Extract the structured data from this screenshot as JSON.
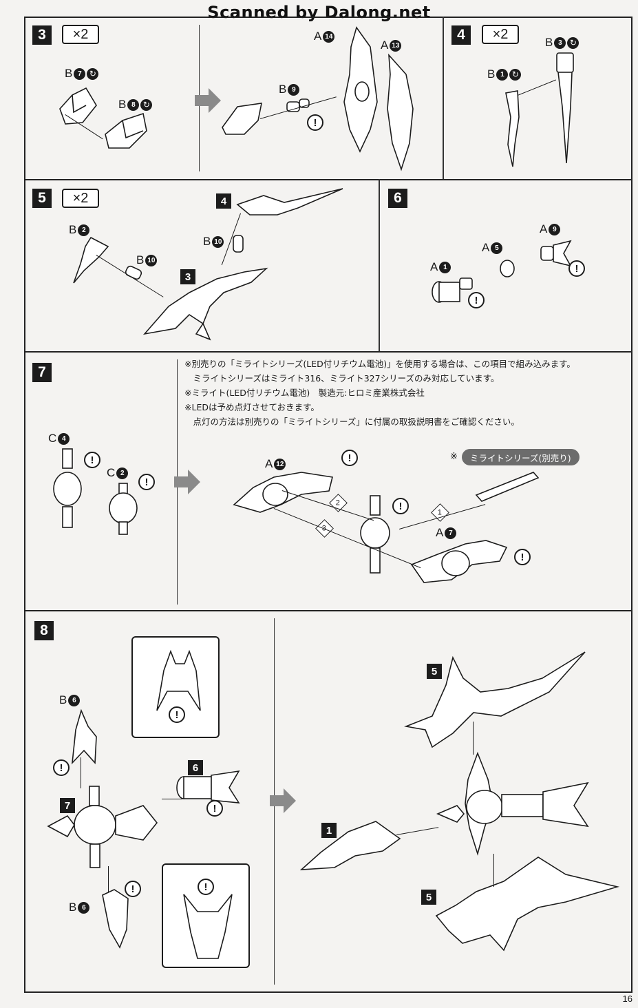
{
  "watermark": "Scanned by Dalong.net",
  "page_number": "16",
  "steps": [
    {
      "num": "3",
      "mult": "×2"
    },
    {
      "num": "4",
      "mult": "×2"
    },
    {
      "num": "5",
      "mult": "×2"
    },
    {
      "num": "6"
    },
    {
      "num": "7"
    },
    {
      "num": "8"
    }
  ],
  "labels": {
    "s3_b7": {
      "letter": "B",
      "n": "7"
    },
    "s3_b8": {
      "letter": "B",
      "n": "8"
    },
    "s3_b9": {
      "letter": "B",
      "n": "9"
    },
    "s3_a14": {
      "letter": "A",
      "n": "14"
    },
    "s3_a13": {
      "letter": "A",
      "n": "13"
    },
    "s4_b3": {
      "letter": "B",
      "n": "3"
    },
    "s4_b1": {
      "letter": "B",
      "n": "1"
    },
    "s5_b2": {
      "letter": "B",
      "n": "2"
    },
    "s5_b10a": {
      "letter": "B",
      "n": "10"
    },
    "s5_b10b": {
      "letter": "B",
      "n": "10"
    },
    "s6_a1": {
      "letter": "A",
      "n": "1"
    },
    "s6_a5": {
      "letter": "A",
      "n": "5"
    },
    "s6_a9": {
      "letter": "A",
      "n": "9"
    },
    "s7_c4": {
      "letter": "C",
      "n": "4"
    },
    "s7_c2": {
      "letter": "C",
      "n": "2"
    },
    "s7_a12": {
      "letter": "A",
      "n": "12"
    },
    "s7_a7": {
      "letter": "A",
      "n": "7"
    },
    "s8_b6a": {
      "letter": "B",
      "n": "6"
    },
    "s8_b6b": {
      "letter": "B",
      "n": "6"
    }
  },
  "sub_refs": {
    "s5_4": "4",
    "s5_3": "3",
    "s8_6": "6",
    "s8_7": "7",
    "s8_1": "1",
    "s8_5a": "5",
    "s8_5b": "5"
  },
  "warn_symbol": "!",
  "seq_labels": [
    "1",
    "2",
    "3"
  ],
  "notes": [
    "※別売りの「ミライトシリーズ(LED付リチウム電池)」を使用する場合は、この項目で組み込みます。",
    "　ミライトシリーズはミライト316、ミライト327シリーズのみ対応しています。",
    "※ミライト(LED付リチウム電池)　製造元:ヒロミ産業株式会社",
    "※LEDは予め点灯させておきます。",
    "　点灯の方法は別売りの「ミライトシリーズ」に付属の取扱説明書をご確認ください。"
  ],
  "pill": {
    "prefix": "※",
    "text": "ミライトシリーズ(別売り)"
  }
}
